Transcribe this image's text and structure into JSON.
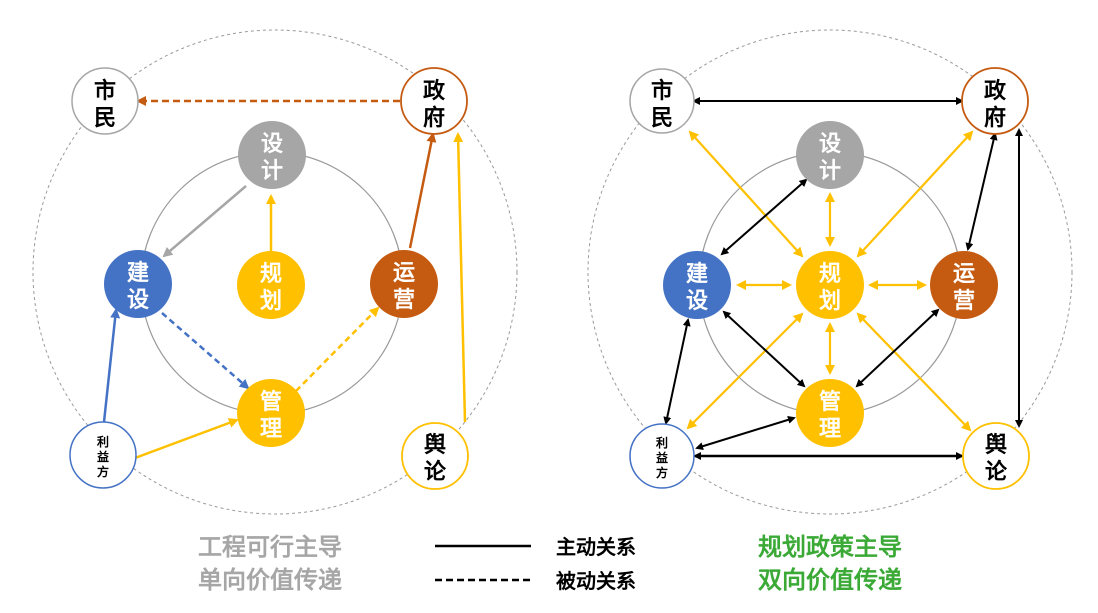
{
  "colors": {
    "gray": "#a6a6a6",
    "blue": "#4472c4",
    "yellow": "#ffc000",
    "orange": "#c55a11",
    "black": "#000000",
    "green": "#3aa935",
    "caption_gray": "#a6a6a6"
  },
  "nodes": {
    "shimin": "市民",
    "zhengfu": "政府",
    "sheji": "设计",
    "jianshe": "建设",
    "guihua": "规划",
    "yunying": "运营",
    "guanli": "管理",
    "liyifang": "利益方",
    "yulun": "舆论"
  },
  "left_caption": {
    "line1": "工程可行主导",
    "line2": "单向价值传递"
  },
  "right_caption": {
    "line1": "规划政策主导",
    "line2": "双向价值传递"
  },
  "legend": {
    "solid_label": "主动关系",
    "dashed_label": "被动关系"
  }
}
